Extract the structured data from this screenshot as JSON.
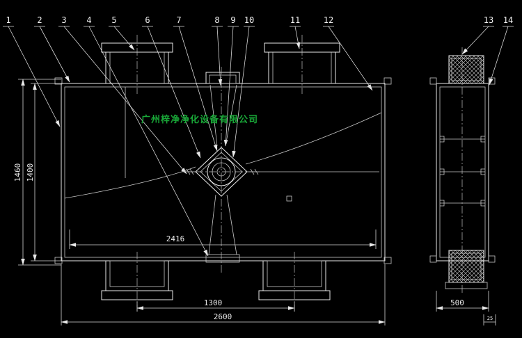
{
  "drawing": {
    "title": "air-purification-unit-cad-drawing",
    "company_watermark": "广州梓净净化设备有限公司",
    "callouts": [
      "1",
      "2",
      "3",
      "4",
      "5",
      "6",
      "7",
      "8",
      "9",
      "10",
      "11",
      "12",
      "13",
      "14"
    ],
    "dimensions": {
      "height_outer": "1460",
      "height_inner": "1400",
      "width_inner": "2416",
      "duct_spacing": "1300",
      "width_outer": "2600",
      "side_width": "500",
      "side_flange": "25"
    },
    "colors": {
      "background": "#000000",
      "line": "#e9e9e9",
      "watermark_green": "#19a838"
    }
  }
}
